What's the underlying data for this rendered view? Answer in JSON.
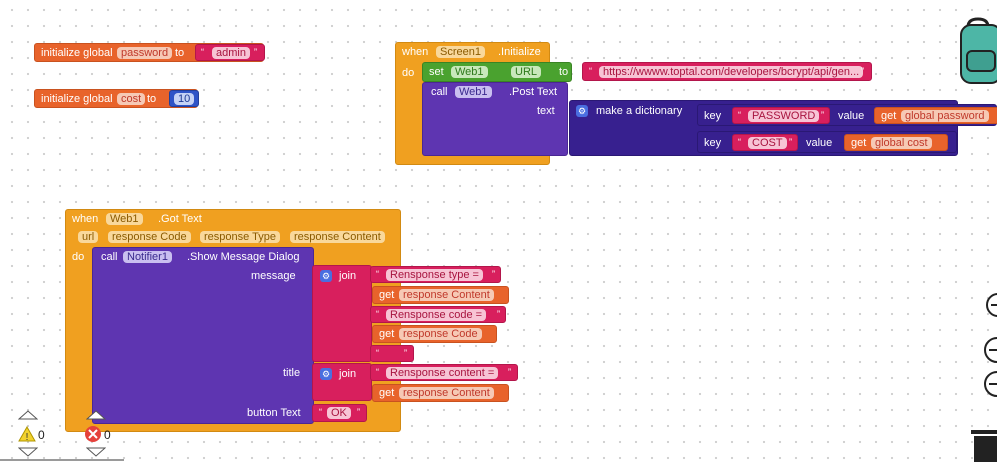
{
  "globals": {
    "password": {
      "prefix": "initialize global",
      "name": "password",
      "to": "to",
      "value": "admin"
    },
    "cost": {
      "prefix": "initialize global",
      "name": "cost",
      "to": "to",
      "value": "10"
    }
  },
  "screen_init": {
    "when": "when",
    "component": "Screen1",
    "event": ".Initialize",
    "do": "do",
    "set": "set",
    "set_component": "Web1",
    "property": "URL",
    "to": "to",
    "url": "https://wwww.toptal.com/developers/bcrypt/api/gen...",
    "call": "call",
    "call_component": "Web1",
    "method": ".Post Text",
    "text_label": "text",
    "dict_label": "make a dictionary",
    "pairs": [
      {
        "key_label": "key",
        "key": "PASSWORD",
        "value_label": "value",
        "get": "get",
        "var": "global password"
      },
      {
        "key_label": "key",
        "key": "COST",
        "value_label": "value",
        "get": "get",
        "var": "global cost"
      }
    ]
  },
  "got_text": {
    "when": "when",
    "component": "Web1",
    "event": ".Got Text",
    "params": [
      "url",
      "response Code",
      "response Type",
      "response Content"
    ],
    "do": "do",
    "call": "call",
    "call_component": "Notifier1",
    "method": ".Show Message Dialog",
    "message_label": "message",
    "join": "join",
    "message_items": [
      {
        "type": "text",
        "value": "Rensponse type = "
      },
      {
        "type": "get",
        "get": "get",
        "value": "response Content"
      },
      {
        "type": "text",
        "value": "Rensponse code = "
      },
      {
        "type": "get",
        "get": "get",
        "value": "response Code"
      },
      {
        "type": "text",
        "value": " "
      }
    ],
    "title_label": "title",
    "title_items": [
      {
        "type": "text",
        "value": "Rensponse content = "
      },
      {
        "type": "get",
        "get": "get",
        "value": "response Content"
      }
    ],
    "button_label": "button Text",
    "button_value": "OK"
  },
  "status": {
    "warnings": "0",
    "errors": "0"
  },
  "colors": {
    "variable": "#e8632b",
    "text": "#d81f5d",
    "event": "#f0a020",
    "component": "#5e35b1",
    "dictionary": "#37208f",
    "setter": "#4aa22f",
    "number": "#2f54c7"
  }
}
